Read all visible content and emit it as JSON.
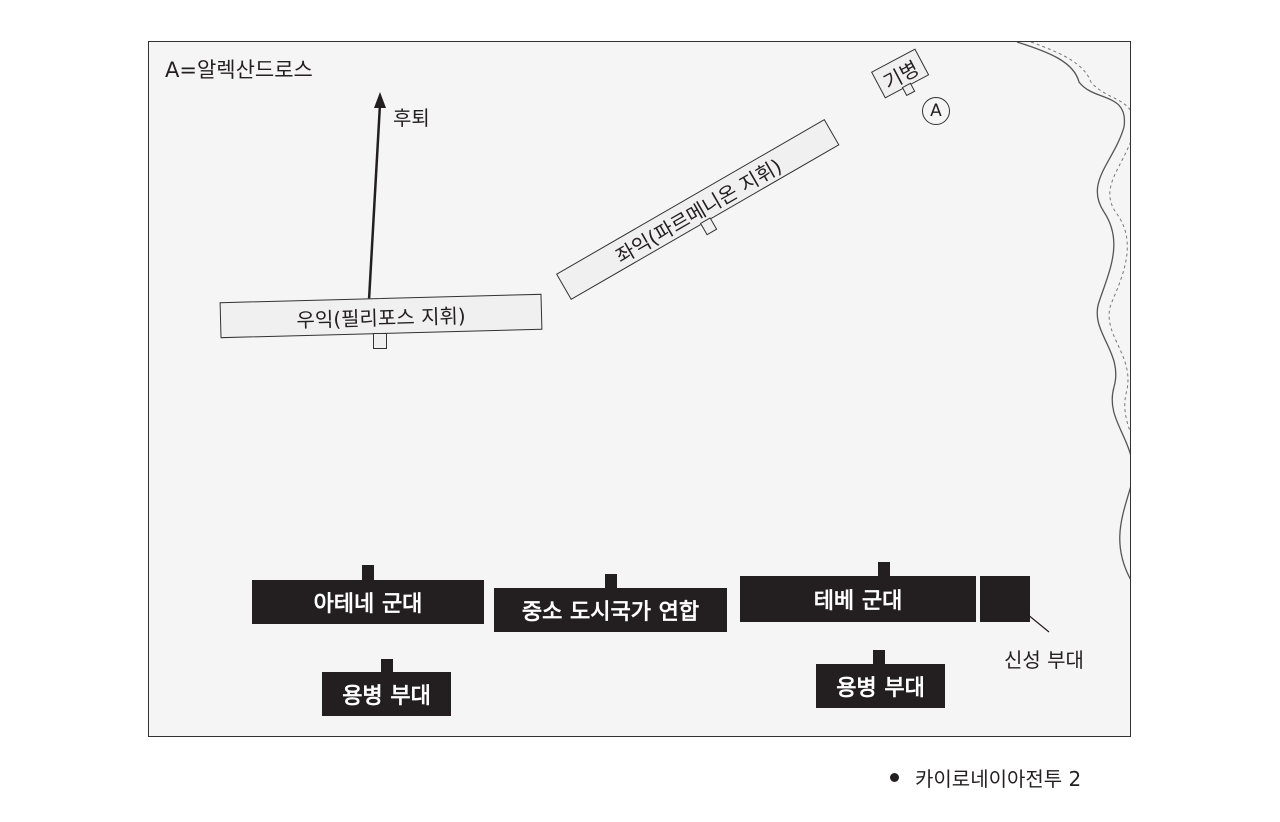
{
  "legend": "A=알렉산드로스",
  "retreat_label": "후퇴",
  "cavalry_label": "기병",
  "alexander_marker": "A",
  "units": {
    "right_wing": "우익(필리포스 지휘)",
    "left_wing": "좌익(파르메니온 지휘)",
    "athens": "아테네 군대",
    "allied_cities": "중소 도시국가 연합",
    "thebes": "테베 군대",
    "mercenary_left": "용병 부대",
    "mercenary_right": "용병 부대",
    "sacred_band": "신성 부대"
  },
  "caption": "카이로네이아전투 2",
  "colors": {
    "dark_unit": "#231f20",
    "light_unit": "#f0f0f0",
    "background": "#f5f5f5"
  }
}
